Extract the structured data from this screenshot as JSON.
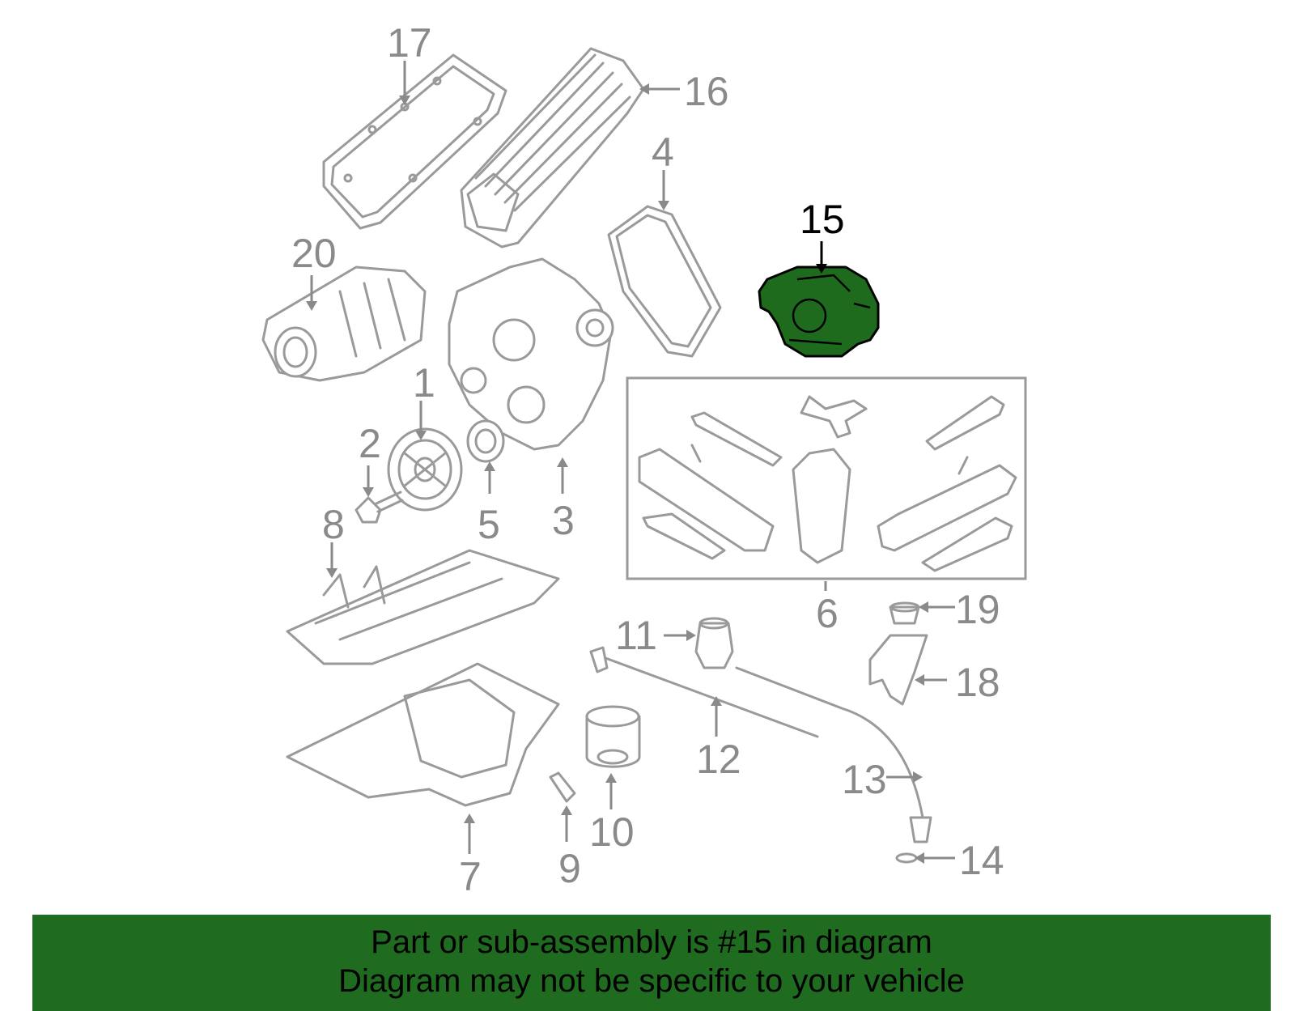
{
  "callouts": {
    "c1": "1",
    "c2": "2",
    "c3": "3",
    "c4": "4",
    "c5": "5",
    "c6": "6",
    "c7": "7",
    "c8": "8",
    "c9": "9",
    "c10": "10",
    "c11": "11",
    "c12": "12",
    "c13": "13",
    "c14": "14",
    "c15": "15",
    "c16": "16",
    "c17": "17",
    "c18": "18",
    "c19": "19",
    "c20": "20"
  },
  "highlighted_part": "15",
  "colors": {
    "highlight": "#1e6b1e",
    "banner": "#1f6b1f",
    "line": "#9a9a9a"
  },
  "banner": {
    "line1": "Part or sub-assembly is #15 in diagram",
    "line2": "Diagram may not be specific to your vehicle"
  }
}
